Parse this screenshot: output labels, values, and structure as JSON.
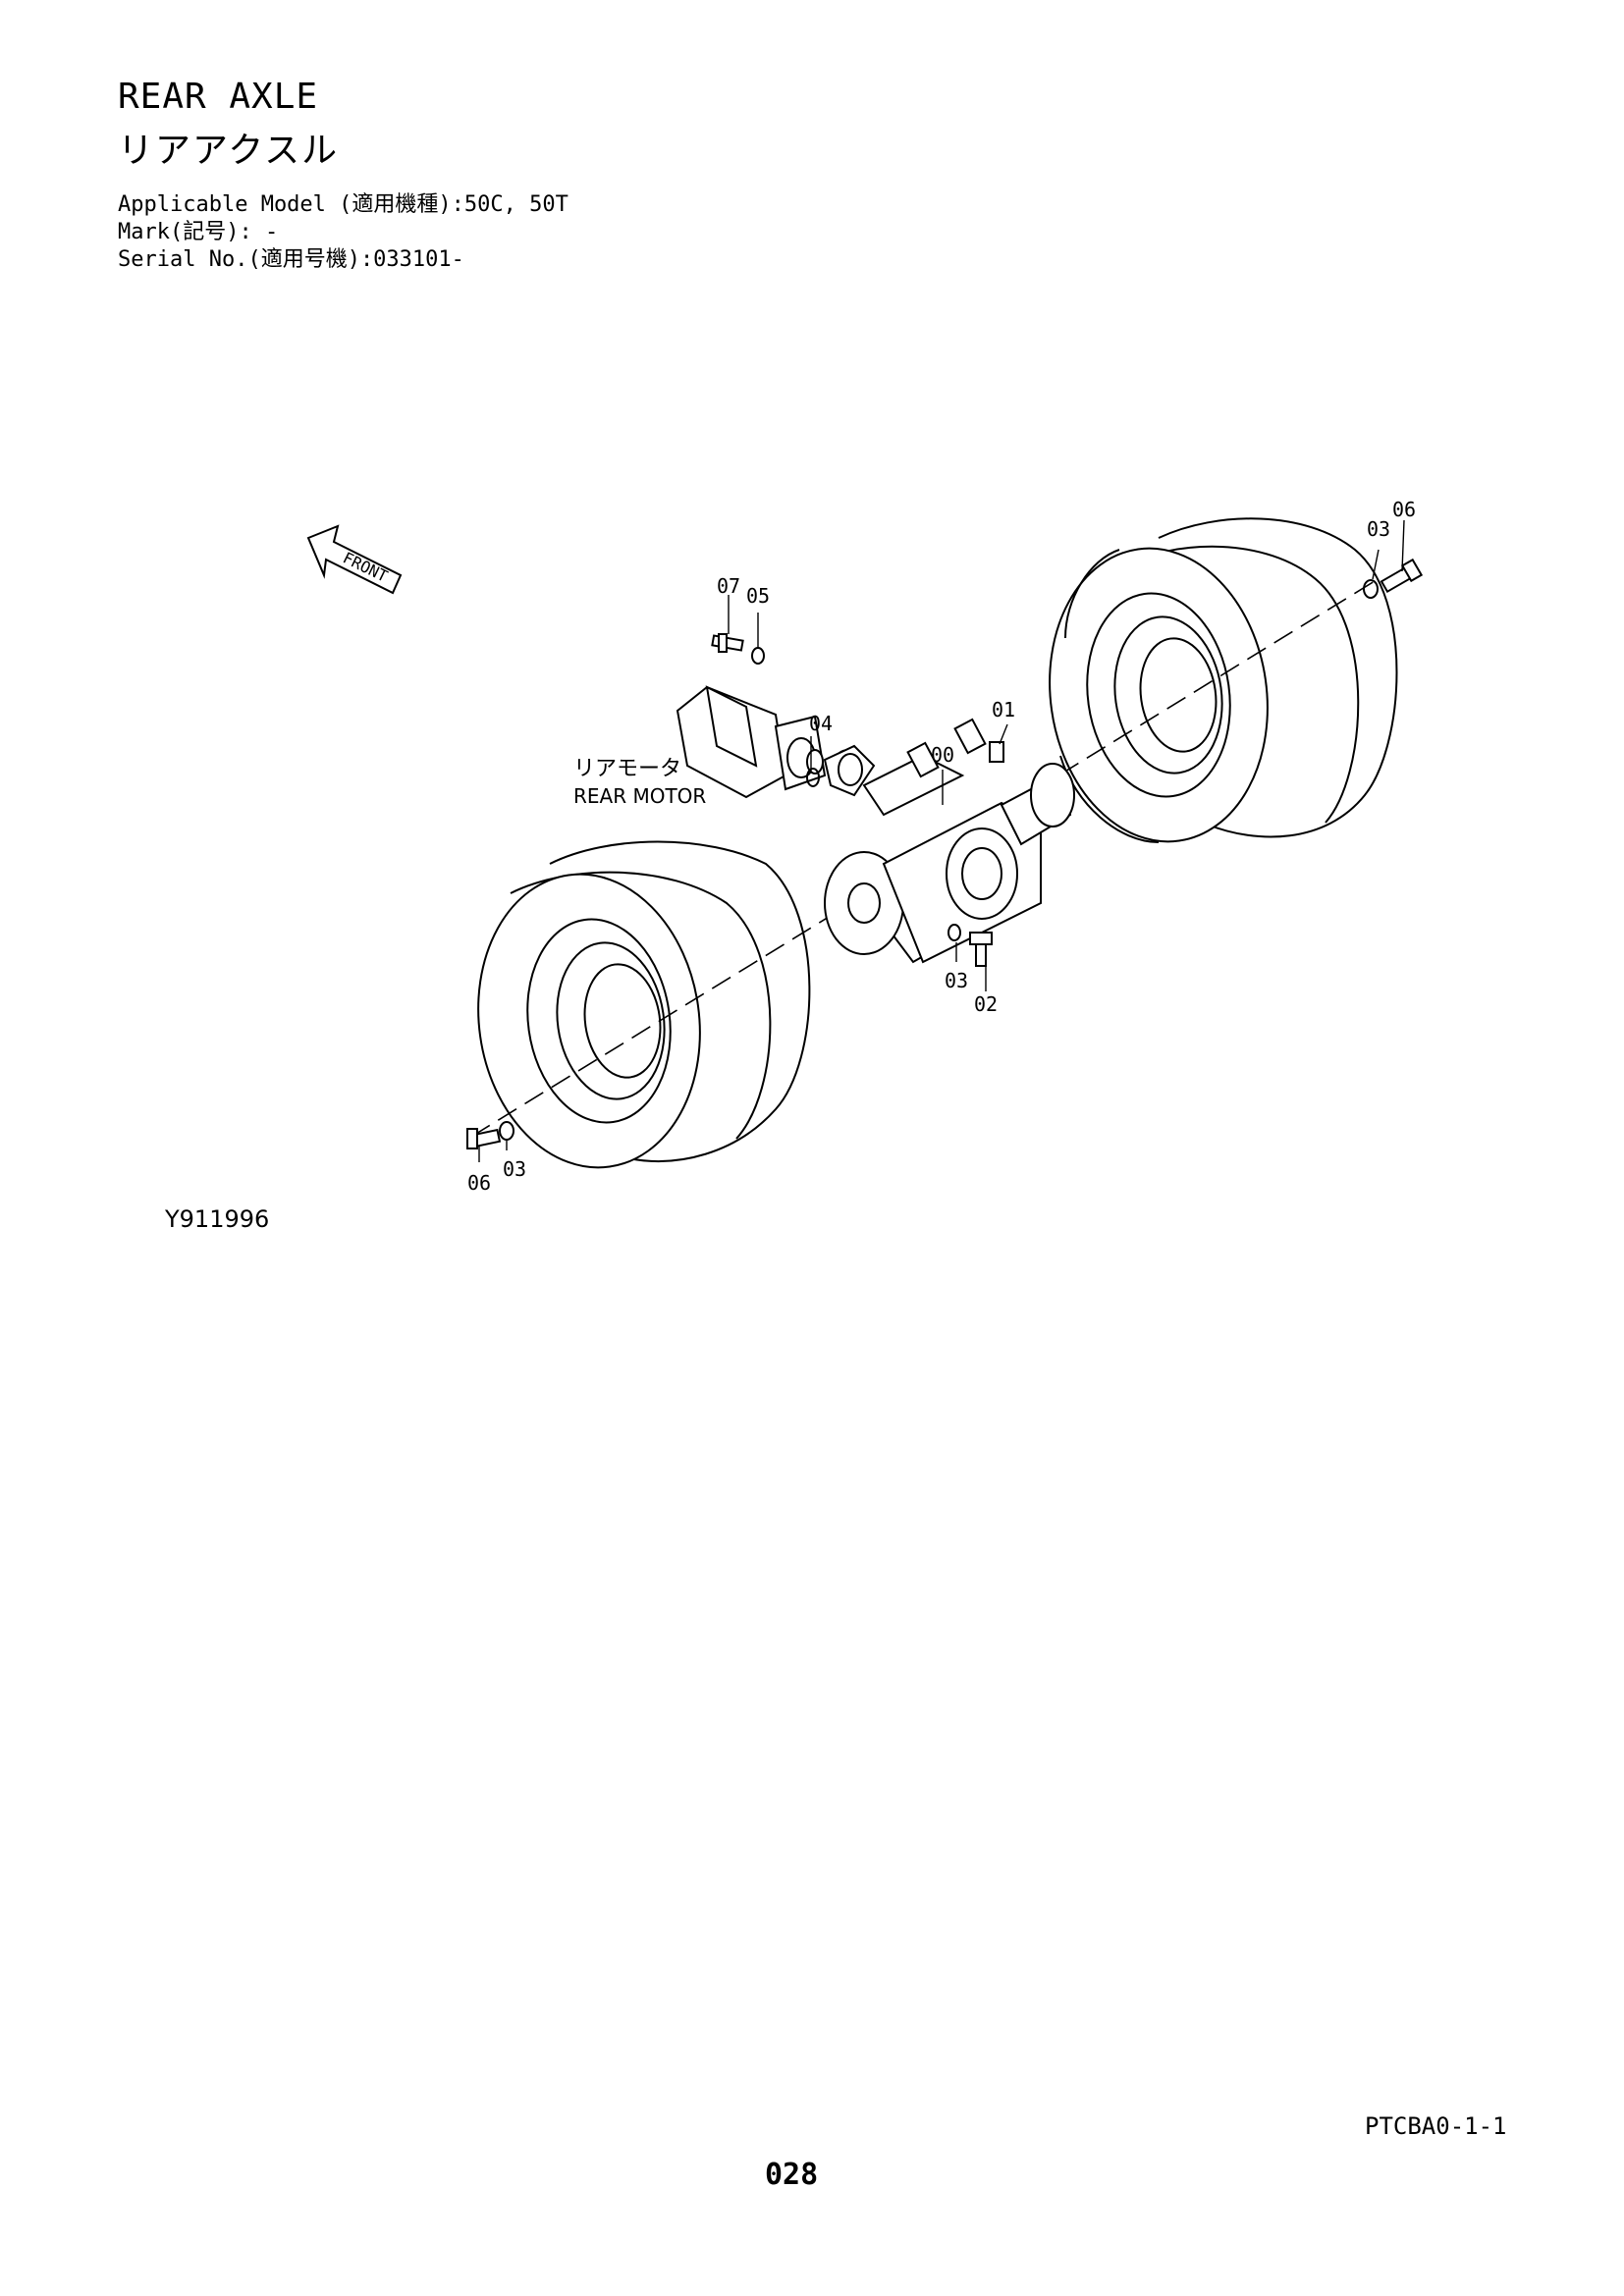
{
  "header": {
    "title_en": "REAR AXLE",
    "title_jp": "リアアクスル",
    "applicable_model": "Applicable Model (適用機種):50C, 50T",
    "mark": "Mark(記号): -",
    "serial_no": "Serial No.(適用号機):033101-"
  },
  "diagram": {
    "front_label": "FRONT",
    "motor_label_jp": "リアモータ",
    "motor_label_en": "REAR MOTOR",
    "callouts": {
      "c00": "00",
      "c01": "01",
      "c02": "02",
      "c03_right": "03",
      "c06_right": "06",
      "c03_center": "03",
      "c04": "04",
      "c05": "05",
      "c07": "07",
      "c06_left": "06",
      "c03_left": "03"
    },
    "figure_id": "Y911996"
  },
  "footer": {
    "page_code": "PTCBA0-1-1",
    "page_number": "028"
  }
}
